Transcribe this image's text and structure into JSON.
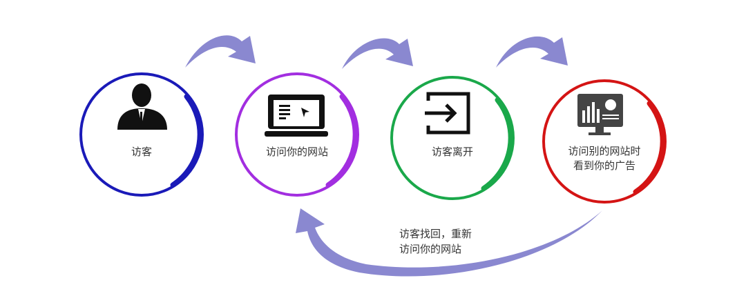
{
  "steps": [
    {
      "label": "访客",
      "icon": "person-icon",
      "color": "#1a1ab8"
    },
    {
      "label": "访问你的网站",
      "icon": "laptop-icon",
      "color": "#a22ee0"
    },
    {
      "label": "访客离开",
      "icon": "exit-icon",
      "color": "#1aa84a"
    },
    {
      "label_line1": "访问别的网站时",
      "label_line2": "看到你的广告",
      "icon": "monitor-chart-icon",
      "color": "#d41414"
    }
  ],
  "return_note": {
    "line1": "访客找回，重新",
    "line2": "访问你的网站"
  },
  "arrow_color": "#8a88d0"
}
